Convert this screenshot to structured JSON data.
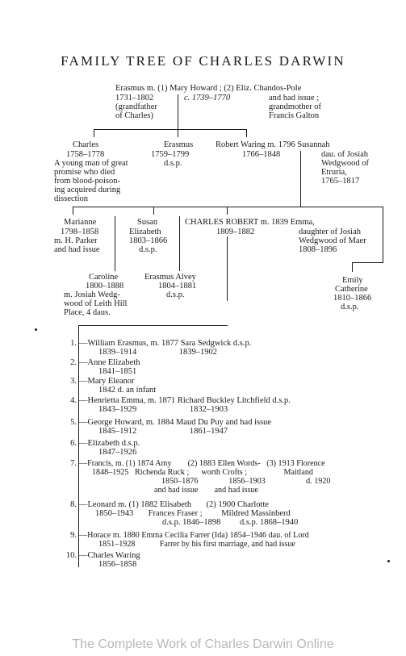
{
  "title": "FAMILY TREE OF CHARLES DARWIN",
  "gen1": {
    "erasmus_line": "Erasmus m. (1) Mary Howard ; (2) Eliz. Chandos-Pole",
    "erasmus_dates": "1731–1802",
    "mary_dates": "c. 1739–1770",
    "erasmus_note1": "(grandfather",
    "erasmus_note2": "of Charles)",
    "eliz_note1": "and had issue ;",
    "eliz_note2": "grandmother of",
    "eliz_note3": "Francis Galton"
  },
  "gen2": {
    "charles_name": "Charles",
    "charles_dates": "1758–1778",
    "charles_note": [
      "A young man of great",
      "promise who died",
      "from blood-poison-",
      "ing acquired during",
      "dissection"
    ],
    "erasmus2_name": "Erasmus",
    "erasmus2_dates": "1759–1799",
    "erasmus2_note": "d.s.p.",
    "robert_line": "Robert Waring m. 1796 Susannah",
    "robert_dates": "1766–1848",
    "susannah_note": [
      "dau. of Josiah",
      "Wedgwood of",
      "Etruria,",
      "1765–1817"
    ]
  },
  "gen3": {
    "marianne": [
      "Marianne",
      "1798–1858",
      "m. H. Parker",
      "and had issue"
    ],
    "susan": [
      "Susan",
      "Elizabeth",
      "1803–1866",
      "d.s.p."
    ],
    "charles_robert_line": "CHARLES ROBERT m. 1839 Emma,",
    "charles_robert_dates": "1809–1882",
    "emma_note": [
      "daughter of Josiah",
      "Wedgwood of Maer",
      "1808–1896"
    ],
    "caroline": [
      "Caroline",
      "1800–1888",
      "m. Josiah Wedg-",
      "wood of Leith Hill",
      "Place, 4 daus."
    ],
    "erasmus_alvey": [
      "Erasmus Alvey",
      "1804–1881",
      "d.s.p."
    ],
    "emily": [
      "Emily",
      "Catherine",
      "1810–1866",
      "d.s.p."
    ]
  },
  "children": [
    {
      "num": "1.",
      "line1": "—William Erasmus, m. 1877 Sara Sedgwick d.s.p.",
      "line2": "1839–1914                    1839–1902"
    },
    {
      "num": "2.",
      "line1": "—Anne Elizabeth",
      "line2": "1841–1851"
    },
    {
      "num": "3.",
      "line1": "—Mary Eleanor",
      "line2": "1842 d. an infant"
    },
    {
      "num": "4.",
      "line1": "—Henrietta Emma, m. 1871 Richard Buckley Litchfield d.s.p.",
      "line2": "1843–1929                         1832–1903"
    },
    {
      "num": "5.",
      "line1": "—George Howard, m. 1884 Maud Du Puy and had issue",
      "line2": "1845–1912                         1861–1947"
    },
    {
      "num": "6.",
      "line1": "—Elizabeth d.s.p.",
      "line2": "1847–1926"
    },
    {
      "num": "7.",
      "line1": "—Francis, m. (1) 1874 Amy        (2) 1883 Ellen Words-   (3) 1913 Florence",
      "line2": "1848–1925   Richenda Ruck ;      worth Crofts ;                  Maitland",
      "line3": "1850–1876               1856–1903                    d. 1920",
      "line4": "and had issue        and had issue"
    },
    {
      "num": "8.",
      "line1": "—Leonard m. (1) 1882 Elisabeth       (2) 1900 Charlotte",
      "line2": "1850–1943       Frances Fraser ;         Mildred Massinberd",
      "line3": "d.s.p. 1846–1898         d.s.p. 1868–1940"
    },
    {
      "num": "9.",
      "line1": "—Horace m. 1880 Emma Cecilia Farrer (Ida) 1854–1946 dau. of Lord",
      "line2": "1851–1928            Farrer by his first marriage, and had issue"
    },
    {
      "num": "10.",
      "line1": "—Charles Waring",
      "line2": "1856–1858"
    }
  ],
  "footer": "The Complete Work of Charles Darwin Online"
}
